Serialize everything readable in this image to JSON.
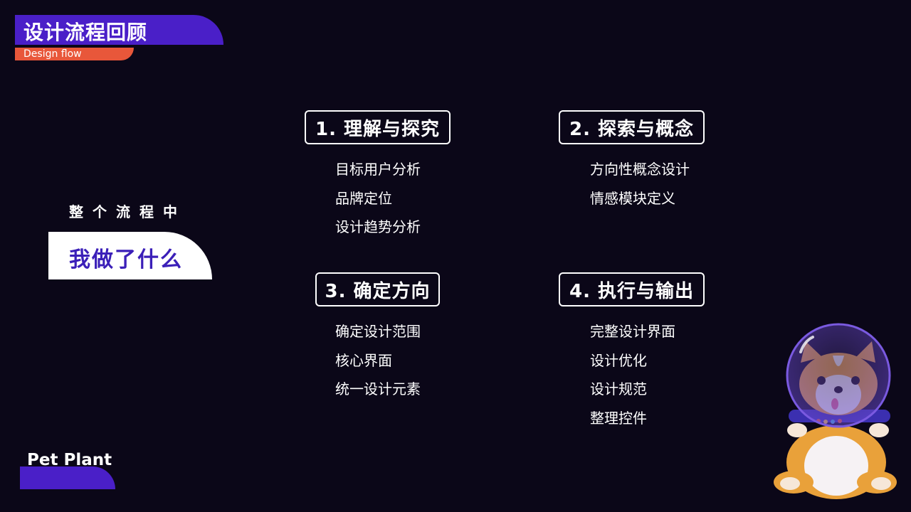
{
  "header": {
    "title": "设计流程回顾",
    "subtitle": "Design flow"
  },
  "intro": {
    "caption": "整个流程中",
    "highlight": "我做了什么"
  },
  "steps": [
    {
      "title": "1. 理解与探究",
      "items": [
        "目标用户分析",
        "品牌定位",
        "设计趋势分析"
      ]
    },
    {
      "title": "2. 探索与概念",
      "items": [
        "方向性概念设计",
        "情感模块定义"
      ]
    },
    {
      "title": "3. 确定方向",
      "items": [
        "确定设计范围",
        "核心界面",
        "统一设计元素"
      ]
    },
    {
      "title": "4. 执行与输出",
      "items": [
        "完整设计界面",
        "设计优化",
        "设计规范",
        "整理控件"
      ]
    }
  ],
  "brand": {
    "name": "Pet Plant"
  },
  "colors": {
    "background": "#0b0718",
    "accent_purple": "#4a1fc8",
    "accent_orange": "#e8573a"
  },
  "icons": {
    "mascot": "astronaut-corgi-illustration"
  }
}
